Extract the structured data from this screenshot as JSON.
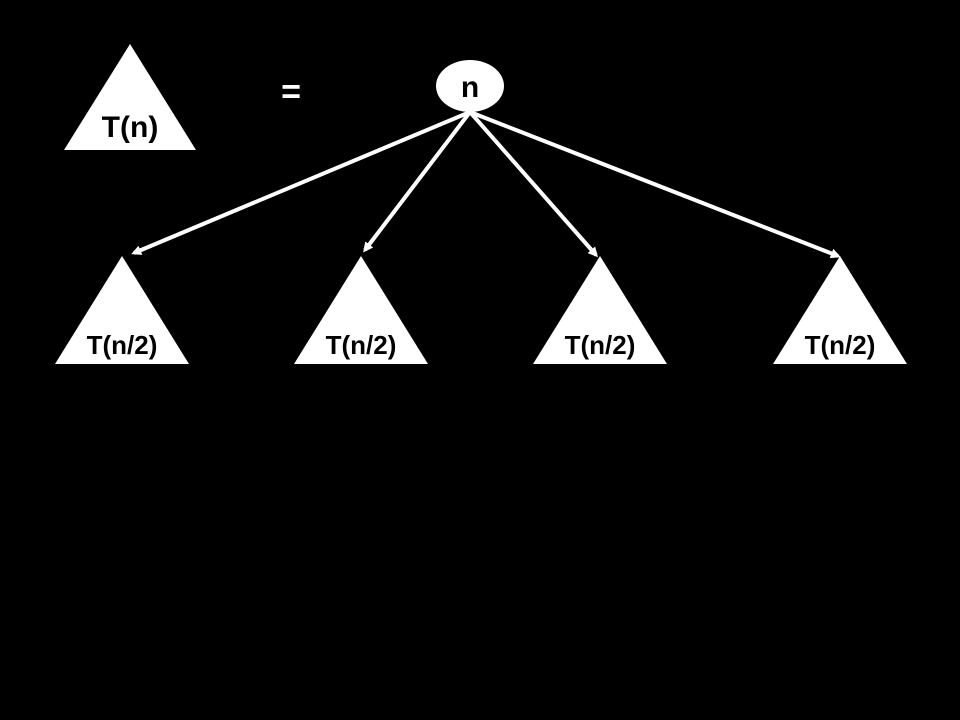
{
  "diagram": {
    "lhs_label": "T(n)",
    "equals": "=",
    "root_label": "n",
    "children": [
      {
        "label": "T(n/2)"
      },
      {
        "label": "T(n/2)"
      },
      {
        "label": "T(n/2)"
      },
      {
        "label": "T(n/2)"
      }
    ]
  },
  "colors": {
    "background": "#000000",
    "shape_fill": "#ffffff",
    "text": "#000000",
    "edge": "#ffffff"
  }
}
